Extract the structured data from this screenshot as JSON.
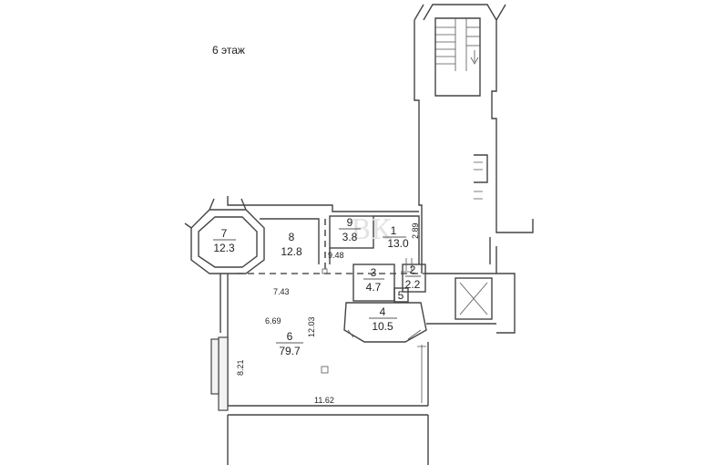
{
  "floor_label": "6 этаж",
  "rooms": [
    {
      "id": "room-1",
      "number": "1",
      "area": "13.0"
    },
    {
      "id": "room-2",
      "number": "2",
      "area": "2.2"
    },
    {
      "id": "room-3",
      "number": "3",
      "area": "4.7"
    },
    {
      "id": "room-4",
      "number": "4",
      "area": "10.5"
    },
    {
      "id": "room-5",
      "number": "5",
      "area": ""
    },
    {
      "id": "room-6",
      "number": "6",
      "area": "79.7"
    },
    {
      "id": "room-7",
      "number": "7",
      "area": "12.3"
    },
    {
      "id": "room-8",
      "number": "8",
      "area": "12.8"
    },
    {
      "id": "room-9",
      "number": "9",
      "area": "3.8"
    }
  ],
  "dimensions": {
    "d_2_89": "2.89",
    "d_9_48": "9.48",
    "d_7_43": "7.43",
    "d_6_69": "6.69",
    "d_12_03": "12.03",
    "d_8_21": "8.21",
    "d_11_62": "11.62"
  },
  "watermark_text": "ВК",
  "colors": {
    "wall": "#444444",
    "background": "#ffffff"
  }
}
